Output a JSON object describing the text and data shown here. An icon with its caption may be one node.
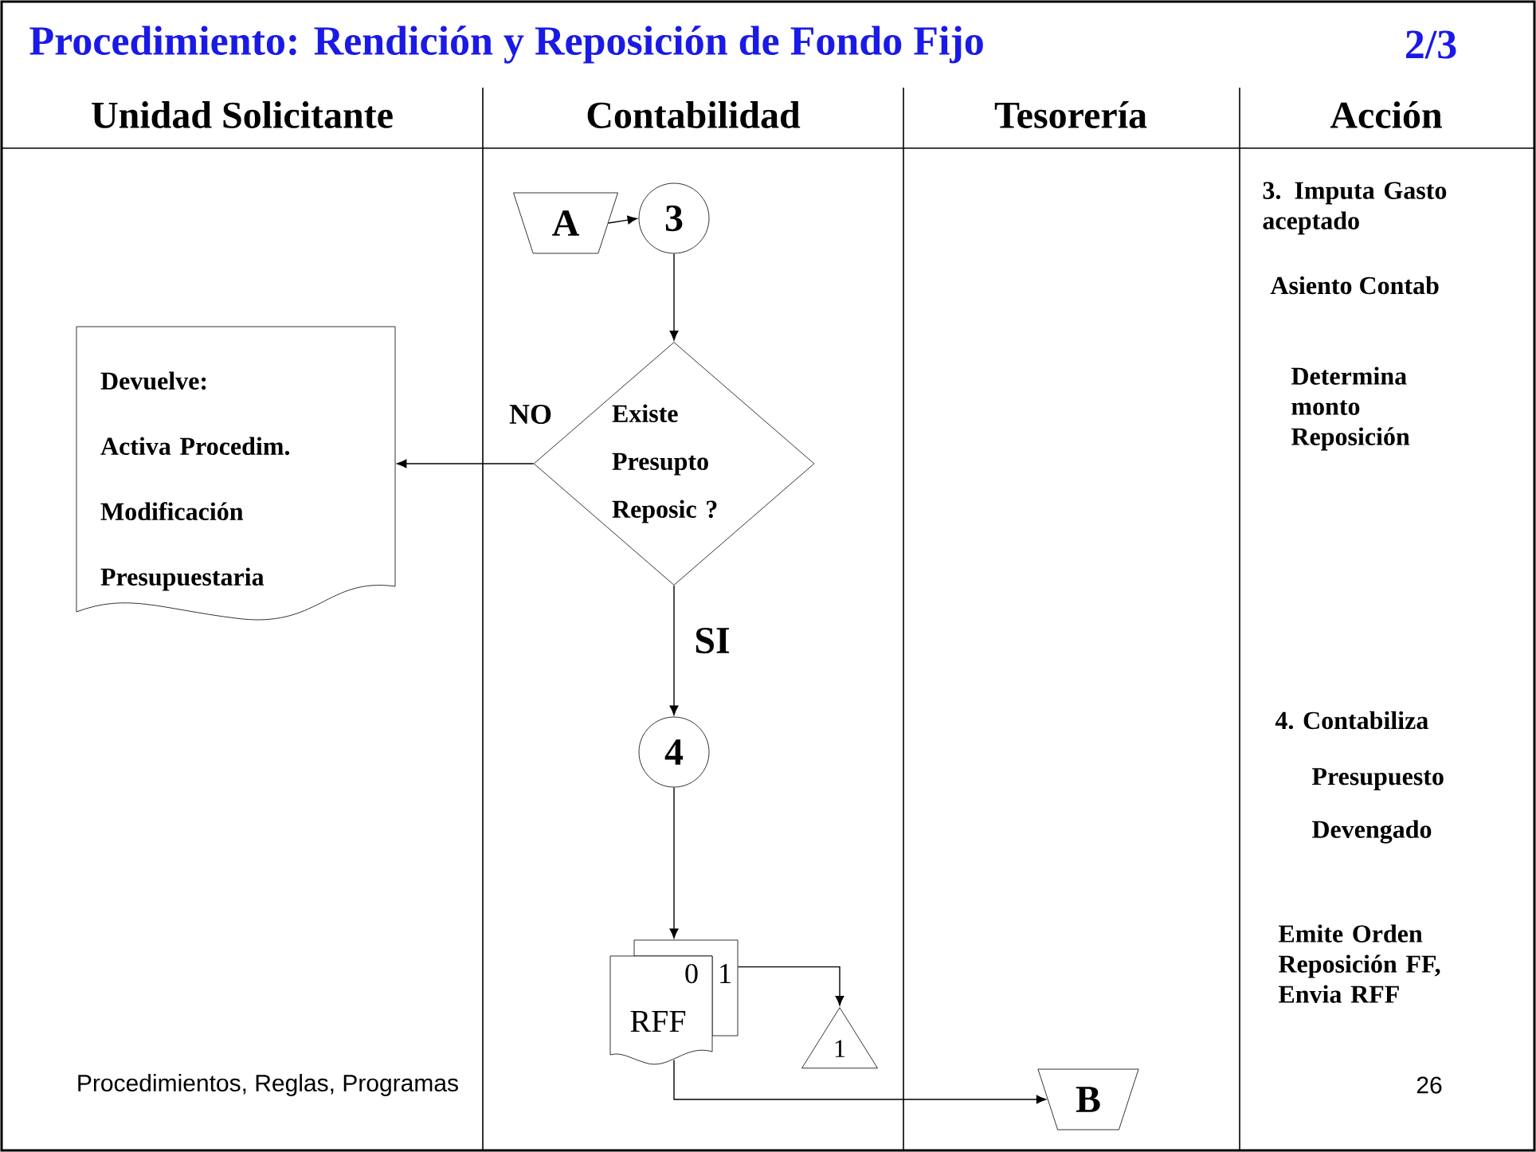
{
  "diagram": {
    "title": "Procedimiento:  Rendición y Reposición de Fondo Fijo",
    "nodes": [
      {
        "text": [
          "A"
        ]
      },
      {
        "text": [
          "3"
        ]
      },
      {
        "text": [
          "Existe Presupto Reposic ?"
        ]
      },
      {
        "text": [
          "Devuelve:",
          "Activa Procedim.",
          "Modificación",
          "Presupuestaria"
        ]
      },
      {
        "text": [
          "4"
        ]
      },
      {
        "text": [
          "0",
          "1",
          "RFF"
        ]
      },
      {
        "text": [
          "1"
        ]
      },
      {
        "text": [
          "B"
        ]
      }
    ],
    "edges": [
      {
        "from": 0,
        "to": 1,
        "arrow": "to"
      },
      {
        "from": 1,
        "to": 2,
        "arrow": "to"
      },
      {
        "from": 2,
        "to": 3,
        "arrow": "to",
        "label": "NO"
      },
      {
        "from": 2,
        "to": 4,
        "arrow": "to",
        "label": "SI"
      },
      {
        "from": 4,
        "to": 5,
        "arrow": "to"
      },
      {
        "from": 5,
        "to": 6,
        "arrow": "to"
      },
      {
        "from": 5,
        "to": 7,
        "arrow": "to"
      }
    ],
    "labels": [
      "2/3",
      "Unidad Solicitante",
      "Contabilidad",
      "Tesorería",
      "Acción",
      "3. Imputa Gasto aceptado",
      "Asiento Contab",
      "Determina monto Reposición",
      "4. Contabiliza",
      "Presupuesto",
      "Devengado",
      "Emite Orden Reposición FF, Envia RFF",
      "Procedimientos, Reglas, Programas",
      "26"
    ]
  }
}
